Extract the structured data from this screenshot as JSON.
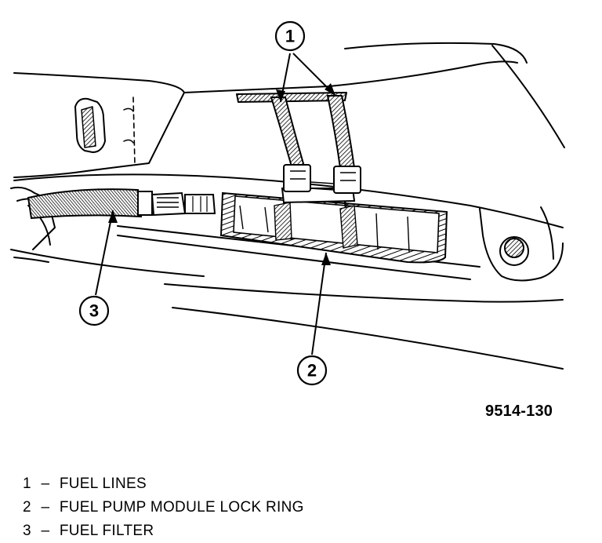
{
  "figure": {
    "id_label": "9514-130",
    "colors": {
      "ink": "#000000",
      "paper": "#ffffff"
    }
  },
  "callouts": [
    {
      "number": "1"
    },
    {
      "number": "2"
    },
    {
      "number": "3"
    }
  ],
  "legend": {
    "separator": "–",
    "items": [
      {
        "number": "1",
        "text": "FUEL LINES"
      },
      {
        "number": "2",
        "text": "FUEL PUMP MODULE LOCK RING"
      },
      {
        "number": "3",
        "text": "FUEL FILTER"
      }
    ]
  }
}
